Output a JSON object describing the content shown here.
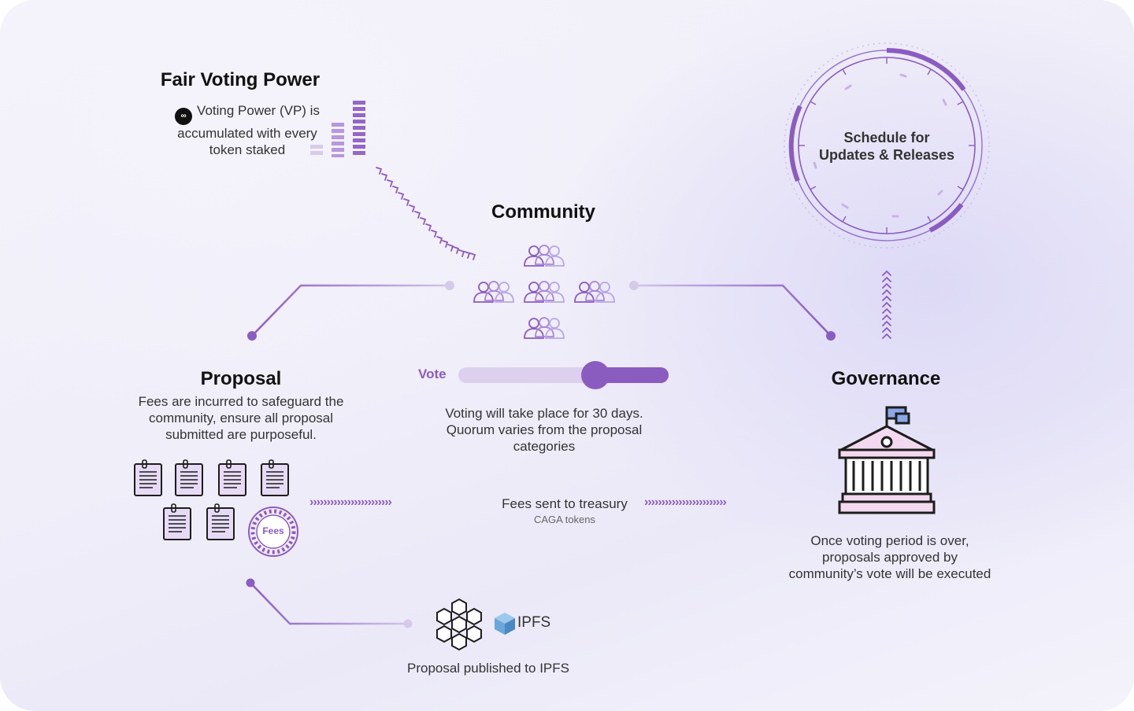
{
  "fair_voting": {
    "title": "Fair Voting Power",
    "line1": "Voting Power (VP) is",
    "line2": "accumulated with every",
    "line3": "token staked"
  },
  "community": {
    "title": "Community"
  },
  "schedule": {
    "line1": "Schedule for",
    "line2": "Updates & Releases"
  },
  "proposal": {
    "title": "Proposal",
    "line1": "Fees are incurred to safeguard the",
    "line2": "community, ensure all proposal",
    "line3": "submitted are purposeful.",
    "fees_badge": "Fees"
  },
  "vote": {
    "label": "Vote",
    "level": 0.65,
    "line1": "Voting will take place for 30 days.",
    "line2": "Quorum varies from the proposal",
    "line3": "categories"
  },
  "governance": {
    "title": "Governance",
    "line1": "Once voting period is over,",
    "line2": "proposals approved by",
    "line3": "community’s vote will be executed"
  },
  "treasury": {
    "label": "Fees sent to treasury",
    "sublabel": "CAGA tokens",
    "arrows_left": "››››››››››››››››››››››››",
    "arrows_right": "››››››››››››››››››››››››"
  },
  "ipfs": {
    "logo_text": "IPFS",
    "caption": "Proposal published to IPFS"
  },
  "colors": {
    "accent": "#8a5cc0",
    "accent_light": "#c9b3e3",
    "accent_pale": "#dcd0ee"
  }
}
